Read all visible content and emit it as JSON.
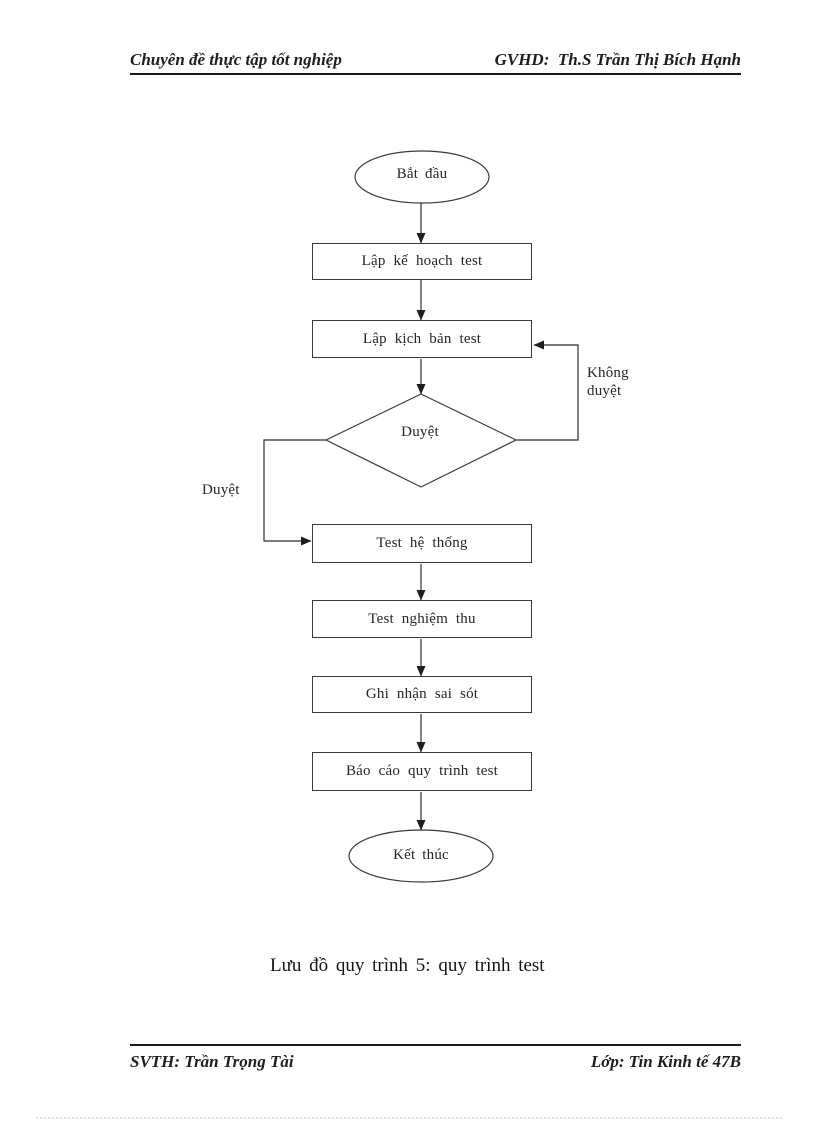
{
  "header": {
    "left": "Chuyên đề thực tập tốt nghiệp",
    "right": "GVHD:  Th.S Trần Thị Bích Hạnh"
  },
  "footer": {
    "left": "SVTH: Trần Trọng Tài",
    "right": "Lớp: Tin Kinh tế 47B"
  },
  "caption": "Lưu đồ quy trình 5: quy trình test",
  "flowchart": {
    "nodes": {
      "start": "Bắt đầu",
      "plan": "Lập kế hoạch test",
      "scenario": "Lập kịch bản test",
      "decision": "Duyệt",
      "system_test": "Test hệ thống",
      "acceptance_test": "Test nghiệm thu",
      "record_errors": "Ghi nhận sai sót",
      "report": "Báo cáo quy trình test",
      "end": "Kết thúc"
    },
    "edge_labels": {
      "approved": "Duyệt",
      "rejected": "Không duyệt"
    },
    "colors": {
      "line": "#2e2e2e",
      "text": "#262626"
    }
  }
}
